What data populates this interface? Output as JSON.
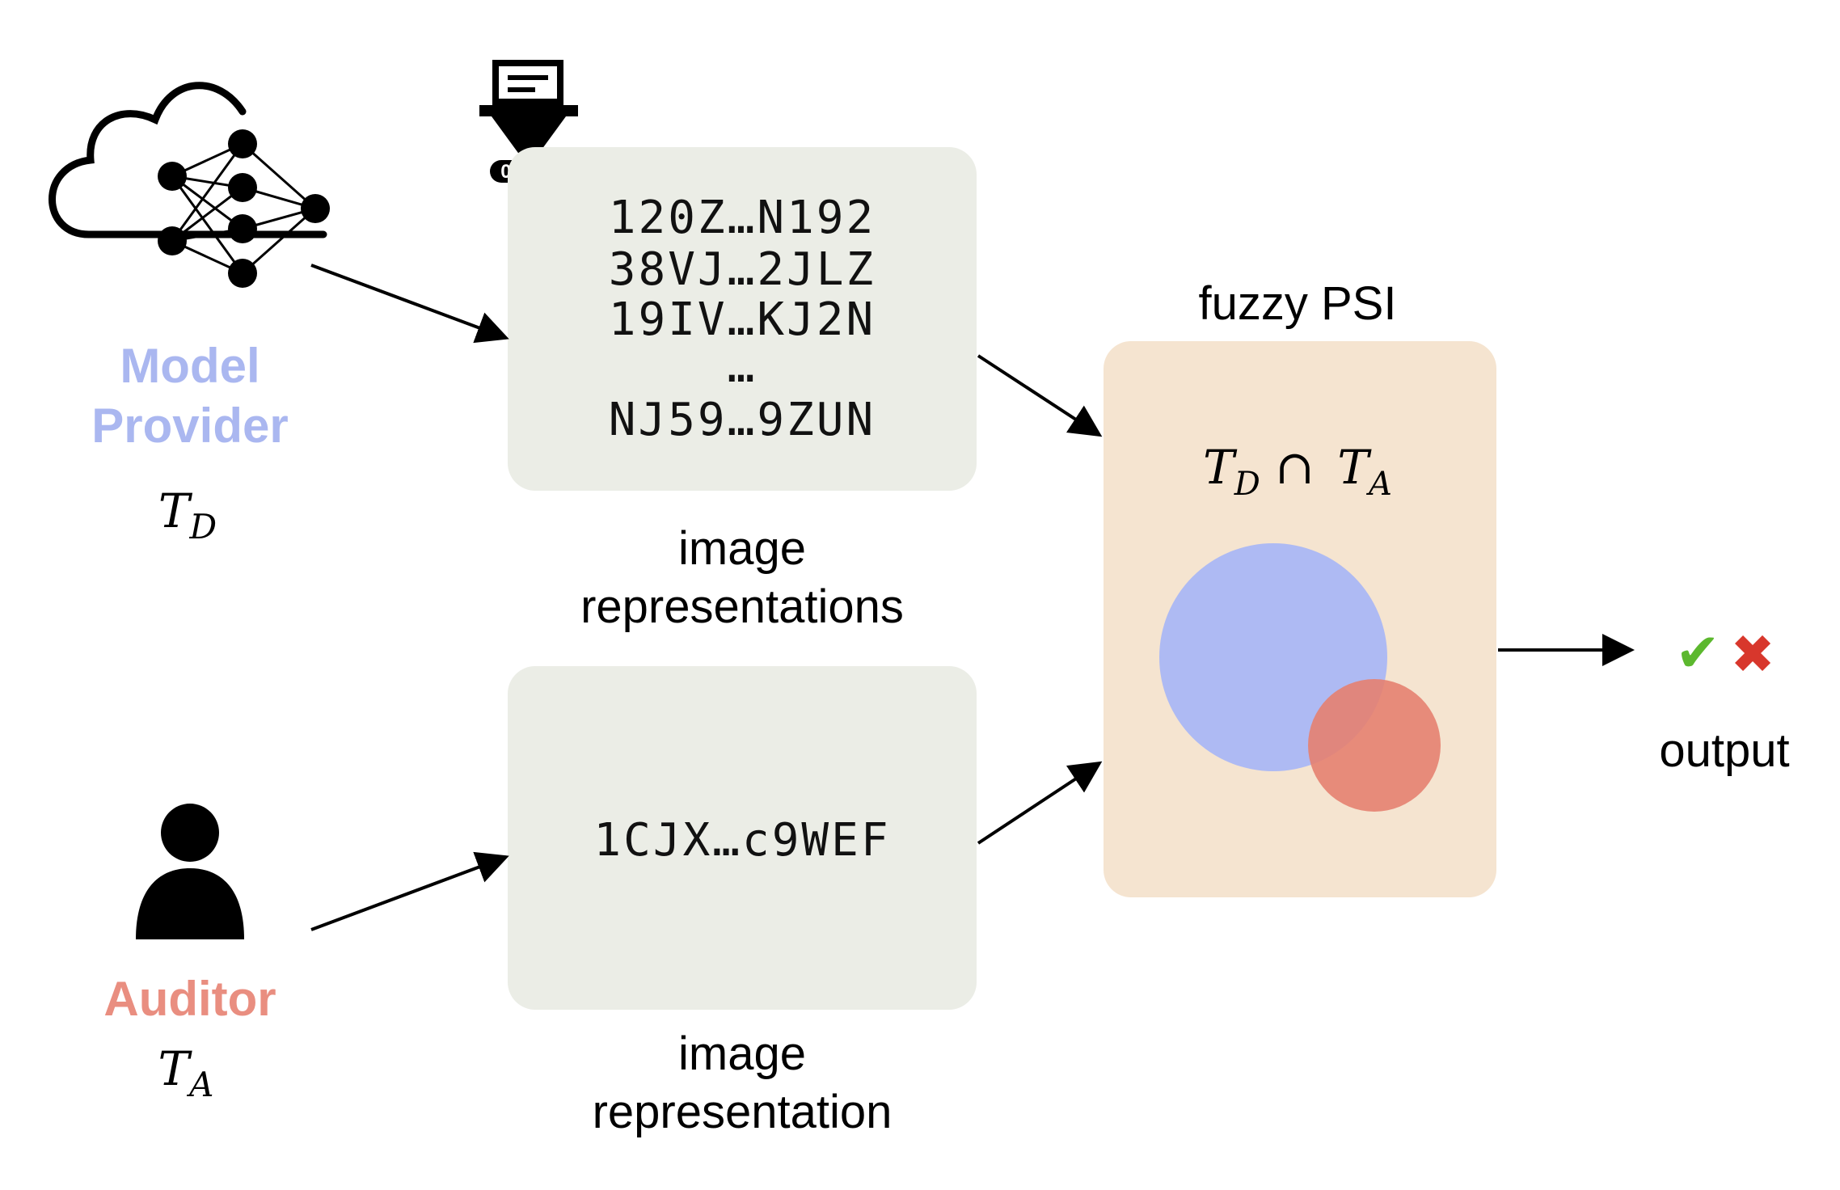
{
  "model_provider": {
    "name_line1": "Model",
    "name_line2": "Provider",
    "set_symbol": "T",
    "set_subscript": "D",
    "color": "#aab7f0"
  },
  "auditor": {
    "name": "Auditor",
    "set_symbol": "T",
    "set_subscript": "A",
    "color": "#e98e80"
  },
  "provider_representations": {
    "items": [
      "120Z…N192",
      "38VJ…2JLZ",
      "19IV…KJ2N",
      "…",
      "NJ59…9ZUN"
    ],
    "caption_line1": "image",
    "caption_line2": "representations",
    "box_color": "#ebede6"
  },
  "auditor_representation": {
    "item": "1CJX…c9WEF",
    "caption_line1": "image",
    "caption_line2": "representation",
    "box_color": "#ebede6"
  },
  "psi": {
    "title": "fuzzy PSI",
    "formula_left": "T",
    "formula_left_sub": "D",
    "formula_op": "∩",
    "formula_right": "T",
    "formula_right_sub": "A",
    "box_color": "#f5e4d0",
    "set_d_color": "#aab7f4",
    "set_a_color": "#e58170"
  },
  "output": {
    "label": "output",
    "check": "✔",
    "cross": "✖",
    "check_color": "#5cb82e",
    "cross_color": "#d8372c"
  },
  "icons": {
    "provider": "cloud-neural-network-icon",
    "encoder": "data-filter-encoder-icon",
    "auditor": "person-icon"
  }
}
